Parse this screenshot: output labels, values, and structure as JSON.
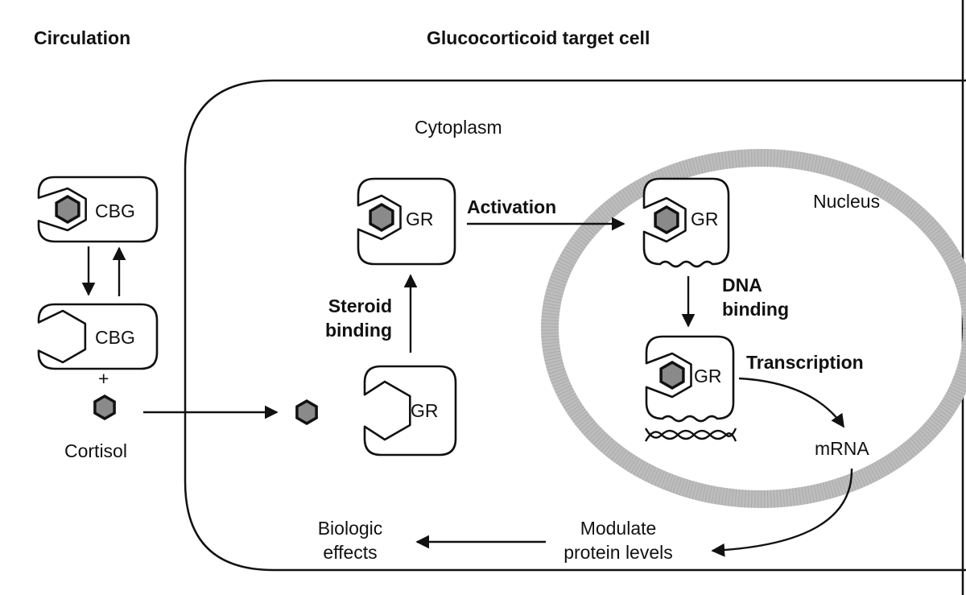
{
  "headers": {
    "circulation": "Circulation",
    "target_cell": "Glucocorticoid target cell"
  },
  "regions": {
    "cytoplasm": "Cytoplasm",
    "nucleus": "Nucleus"
  },
  "molecules": {
    "cbg": "CBG",
    "gr": "GR",
    "plus": "+",
    "cortisol": "Cortisol",
    "mrna": "mRNA"
  },
  "steps": {
    "steroid_binding": [
      "Steroid",
      "binding"
    ],
    "activation": "Activation",
    "dna_binding": [
      "DNA",
      "binding"
    ],
    "transcription": "Transcription",
    "modulate": [
      "Modulate",
      "protein levels"
    ],
    "biologic": [
      "Biologic",
      "effects"
    ]
  },
  "colors": {
    "ligand_fill": "#8a8a8a",
    "nuclear_envelope": "#b8b8b8",
    "line": "#111111"
  }
}
